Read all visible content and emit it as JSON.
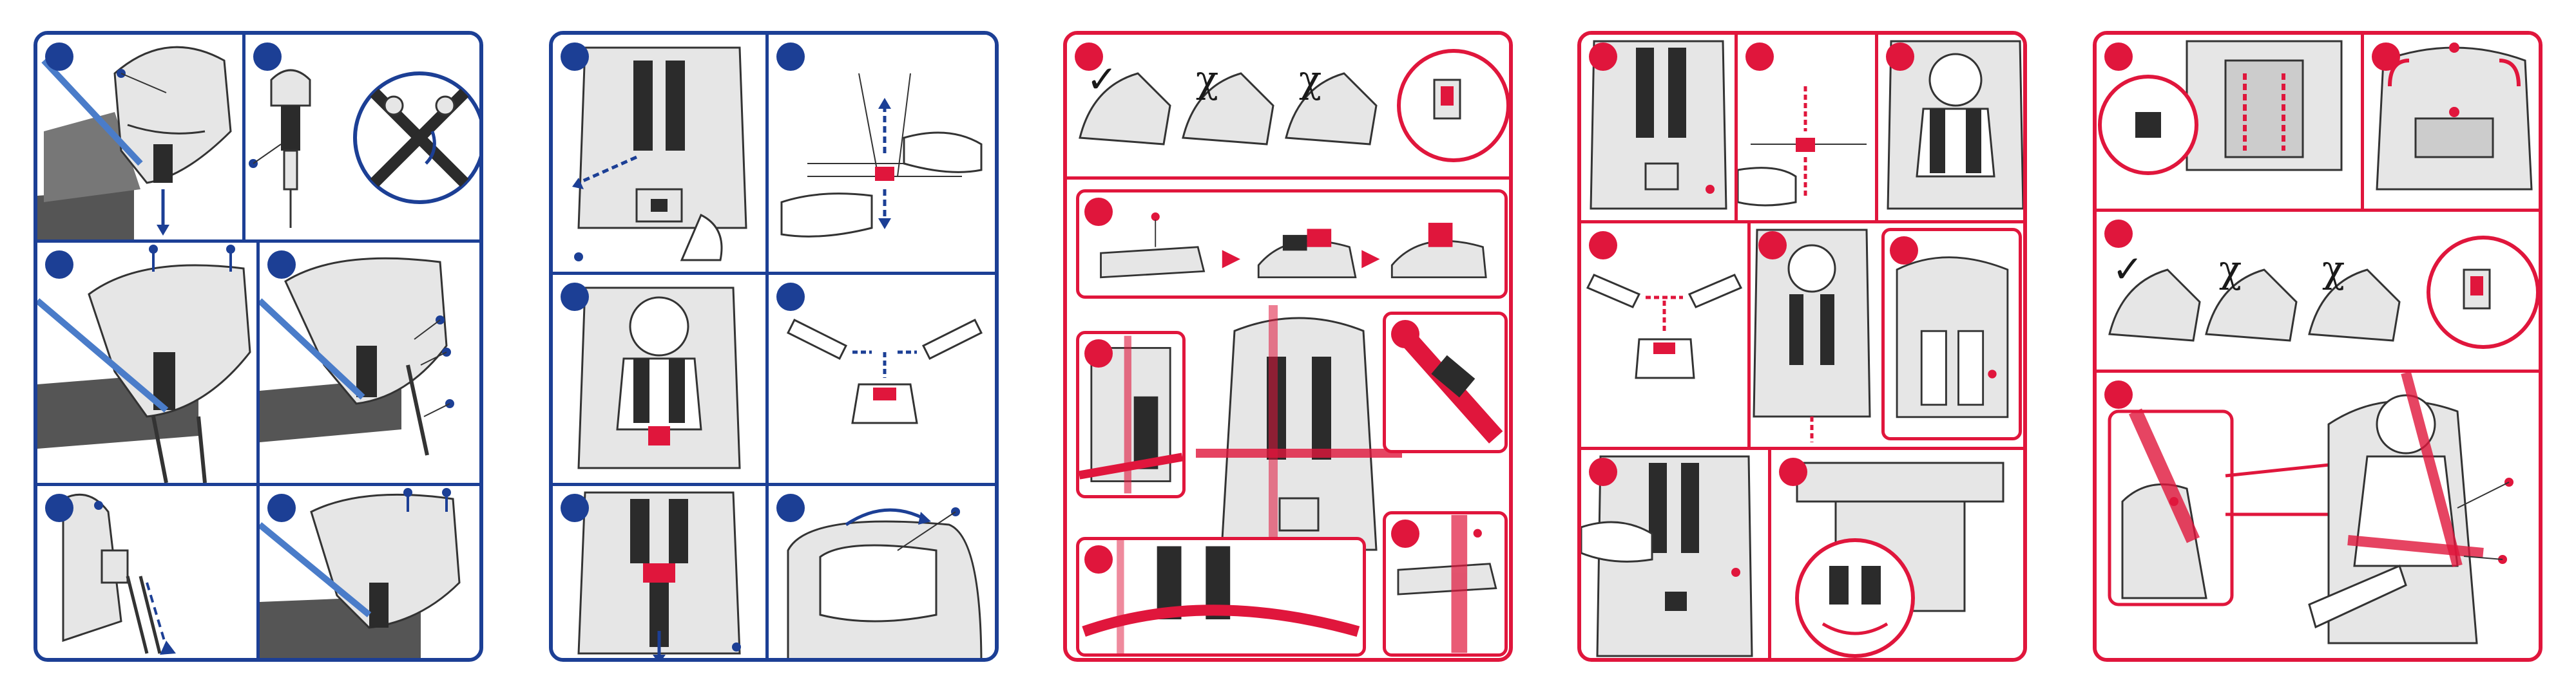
{
  "colors": {
    "blue": "#1c3f95",
    "red": "#e0163c",
    "seat_fill": "#e6e6e6",
    "seat_dark": "#2b2b2b",
    "line": "#333333"
  },
  "boards": [
    {
      "id": "board-1",
      "accent": "blue",
      "panels": 7
    },
    {
      "id": "board-2",
      "accent": "blue",
      "panels": 6
    },
    {
      "id": "board-3",
      "accent": "red",
      "panels": 6
    },
    {
      "id": "board-4",
      "accent": "red",
      "panels": 7
    },
    {
      "id": "board-5",
      "accent": "red",
      "panels": 4
    }
  ],
  "check_marks": {
    "correct": "✓",
    "incorrect": "χ"
  },
  "icons": [
    "car-seat-icon",
    "belt-buckle-icon",
    "arrow-icon",
    "cross-out-icon",
    "child-figure-icon",
    "check-mark-icon"
  ]
}
